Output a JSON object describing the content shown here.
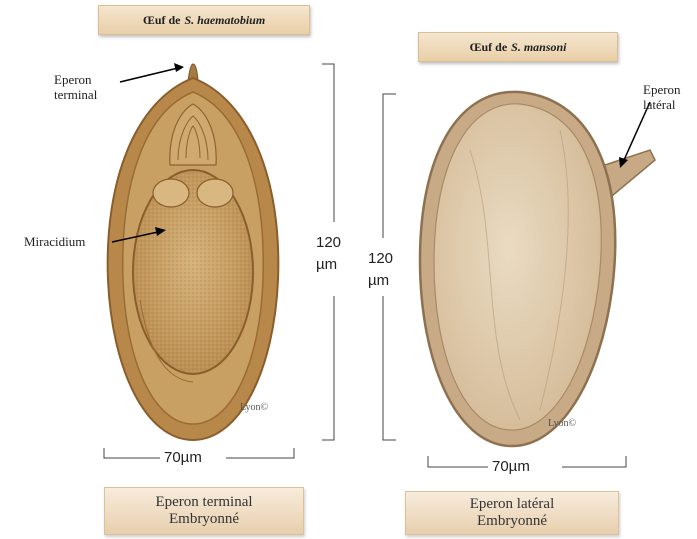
{
  "left_egg": {
    "title_prefix": "Œuf de",
    "title_species": "S. haematobium",
    "spine_label": "Eperon\nterminal",
    "miracidium_label": "Miracidium",
    "height_label": "120\nµm",
    "width_label": "70µm",
    "copyright": "Lyon©",
    "caption_line1": "Eperon terminal",
    "caption_line2": "Embryonné"
  },
  "right_egg": {
    "title_prefix": "Œuf de",
    "title_species": "S. mansoni",
    "spine_label": "Eperon\nlatéral",
    "height_label": "120\nµm",
    "width_label": "70µm",
    "copyright": "Lyon©",
    "caption_line1": "Eperon latéral",
    "caption_line2": "Embryonné"
  },
  "colors": {
    "haematobium_shell": "#b8874a",
    "haematobium_inner": "#c9a56e",
    "mansoni_shell": "#c9aa86",
    "mansoni_inner": "#e2cfb2"
  }
}
